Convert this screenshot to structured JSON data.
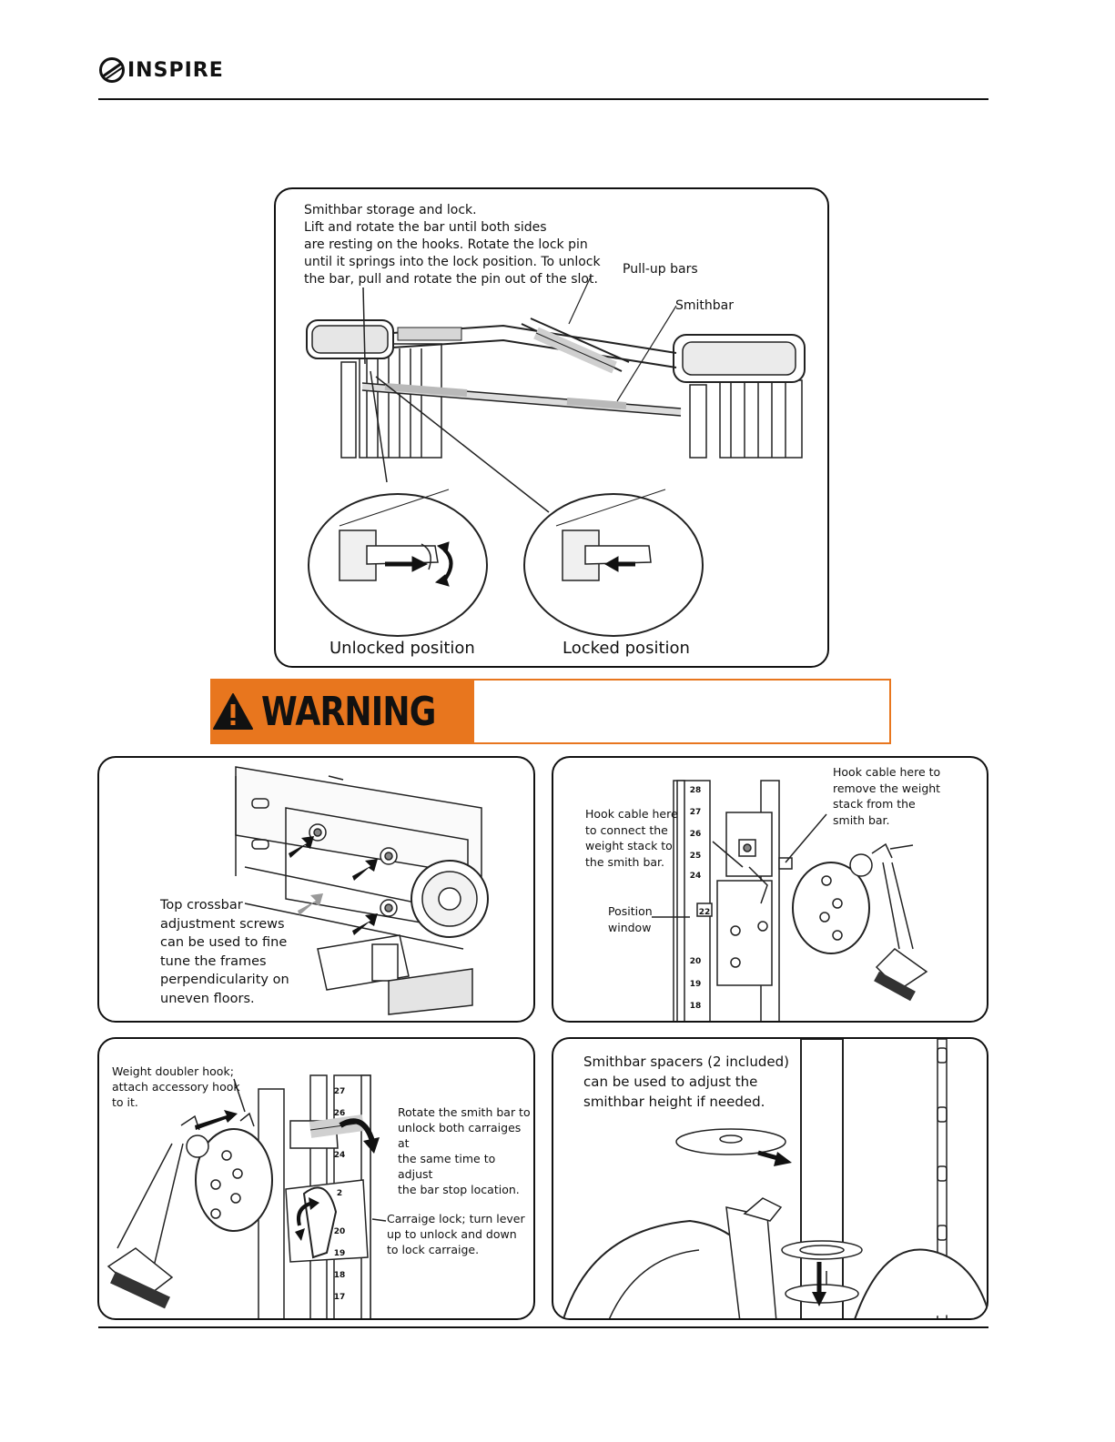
{
  "brand": {
    "name": "INSPIRE"
  },
  "top_panel": {
    "caption": "Smithbar storage and lock.\nLift and rotate the bar until both sides\nare resting on the hooks.  Rotate the lock pin\nuntil it springs into the lock position.  To unlock\nthe bar, pull and rotate the pin out of the slot.",
    "label_pullup": "Pull-up bars",
    "label_smithbar": "Smithbar",
    "label_unlocked": "Unlocked position",
    "label_locked": "Locked position"
  },
  "warning": {
    "label": "WARNING",
    "icon": "warning-triangle-icon",
    "color": "#e8761e"
  },
  "panel_crossbar": {
    "caption": "Top crossbar\nadjustment screws\ncan be used to fine\ntune the frames\nperpendicularity on\nuneven floors."
  },
  "panel_hooks": {
    "label_remove": "Hook cable here to\nremove the weight\nstack from the\nsmith bar.",
    "label_connect": "Hook cable here\nto connect the\nweight stack to\nthe smith bar.",
    "label_window": "Position\nwindow",
    "scale_numbers": [
      "28",
      "27",
      "26",
      "25",
      "24",
      "22",
      "20",
      "19",
      "18"
    ]
  },
  "panel_carriage": {
    "label_doubler": "Weight doubler hook;\nattach accessory hook\nto it.",
    "label_rotate": "Rotate the smith bar to\nunlock both carraiges at\nthe same time to adjust\nthe bar stop location.",
    "label_lock": "Carraige lock; turn lever\nup to unlock and down\nto lock carraige.",
    "scale_numbers": [
      "27",
      "26",
      "24",
      "2",
      "20",
      "19",
      "18",
      "17"
    ]
  },
  "panel_spacers": {
    "caption": "Smithbar spacers (2 included)\ncan be used to adjust the\nsmithbar height if needed."
  }
}
